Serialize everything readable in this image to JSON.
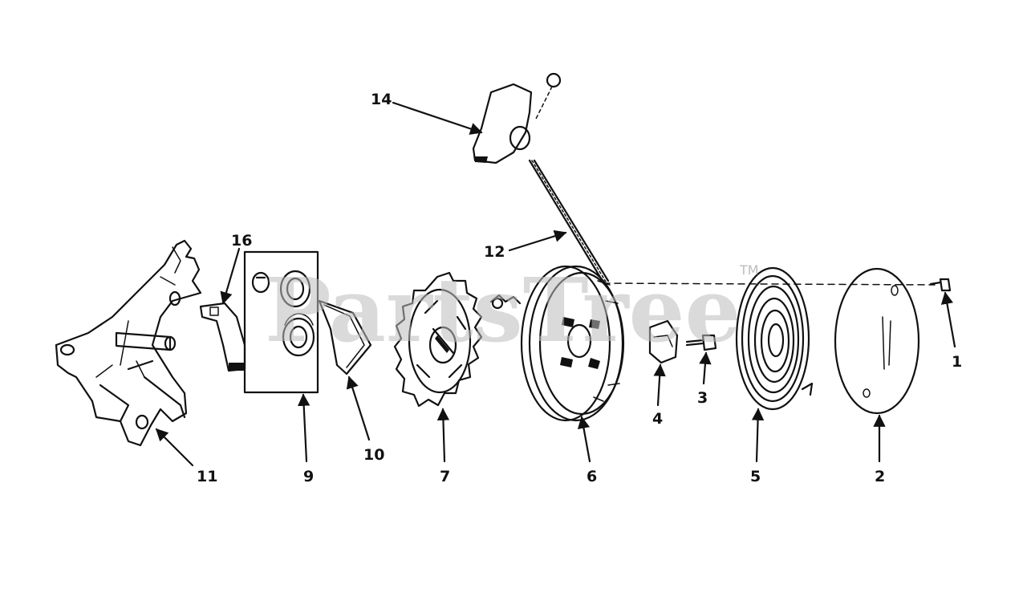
{
  "watermark": {
    "text": "PartsTree",
    "tm": "TM"
  },
  "callouts": {
    "c1": "1",
    "c2": "2",
    "c3": "3",
    "c4": "4",
    "c5": "5",
    "c6": "6",
    "c7": "7",
    "c9": "9",
    "c10": "10",
    "c11": "11",
    "c12": "12",
    "c14": "14",
    "c16": "16"
  },
  "colors": {
    "ink": "#111111",
    "watermark": "#bdbdbd",
    "background": "#ffffff"
  }
}
